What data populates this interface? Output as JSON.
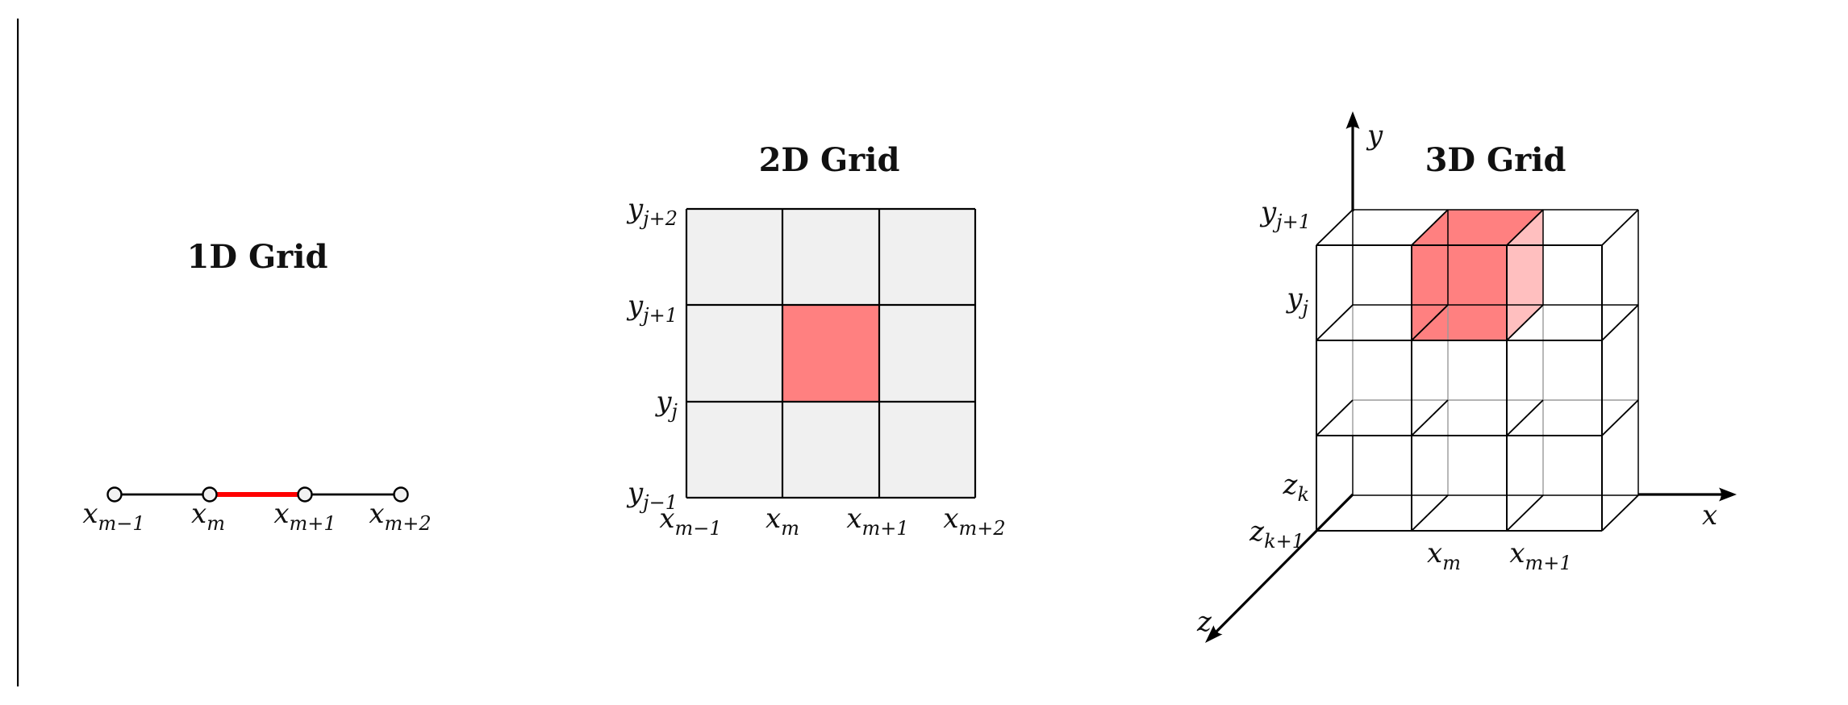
{
  "page": {
    "background": "#ffffff",
    "divider_color": "#000000"
  },
  "panel_1d": {
    "title": "1D Grid",
    "highlight_color": "#ff0000",
    "node_fill": "#f2f2f2",
    "node_labels": [
      {
        "base": "x",
        "sub": "m−1"
      },
      {
        "base": "x",
        "sub": "m"
      },
      {
        "base": "x",
        "sub": "m+1"
      },
      {
        "base": "x",
        "sub": "m+2"
      }
    ]
  },
  "panel_2d": {
    "title": "2D Grid",
    "rows": 3,
    "cols": 3,
    "cell_color": "#f0f0f0",
    "highlight_color": "#ff8080",
    "y_axis_labels": [
      {
        "base": "y",
        "sub": "j+2"
      },
      {
        "base": "y",
        "sub": "j+1"
      },
      {
        "base": "y",
        "sub": "j"
      },
      {
        "base": "y",
        "sub": "j−1"
      }
    ],
    "x_axis_labels": [
      {
        "base": "x",
        "sub": "m−1"
      },
      {
        "base": "x",
        "sub": "m"
      },
      {
        "base": "x",
        "sub": "m+1"
      },
      {
        "base": "x",
        "sub": "m+2"
      }
    ]
  },
  "panel_3d": {
    "title": "3D Grid",
    "cube_color": "#ff8080",
    "cube_color_light": "#ffbfbf",
    "axis_labels": {
      "x": "x",
      "y": "y",
      "z": "z"
    },
    "y_labels": [
      {
        "base": "y",
        "sub": "j+1"
      },
      {
        "base": "y",
        "sub": "j"
      }
    ],
    "z_labels": [
      {
        "base": "z",
        "sub": "k"
      },
      {
        "base": "z",
        "sub": "k+1"
      }
    ],
    "x_labels": [
      {
        "base": "x",
        "sub": "m"
      },
      {
        "base": "x",
        "sub": "m+1"
      }
    ]
  }
}
